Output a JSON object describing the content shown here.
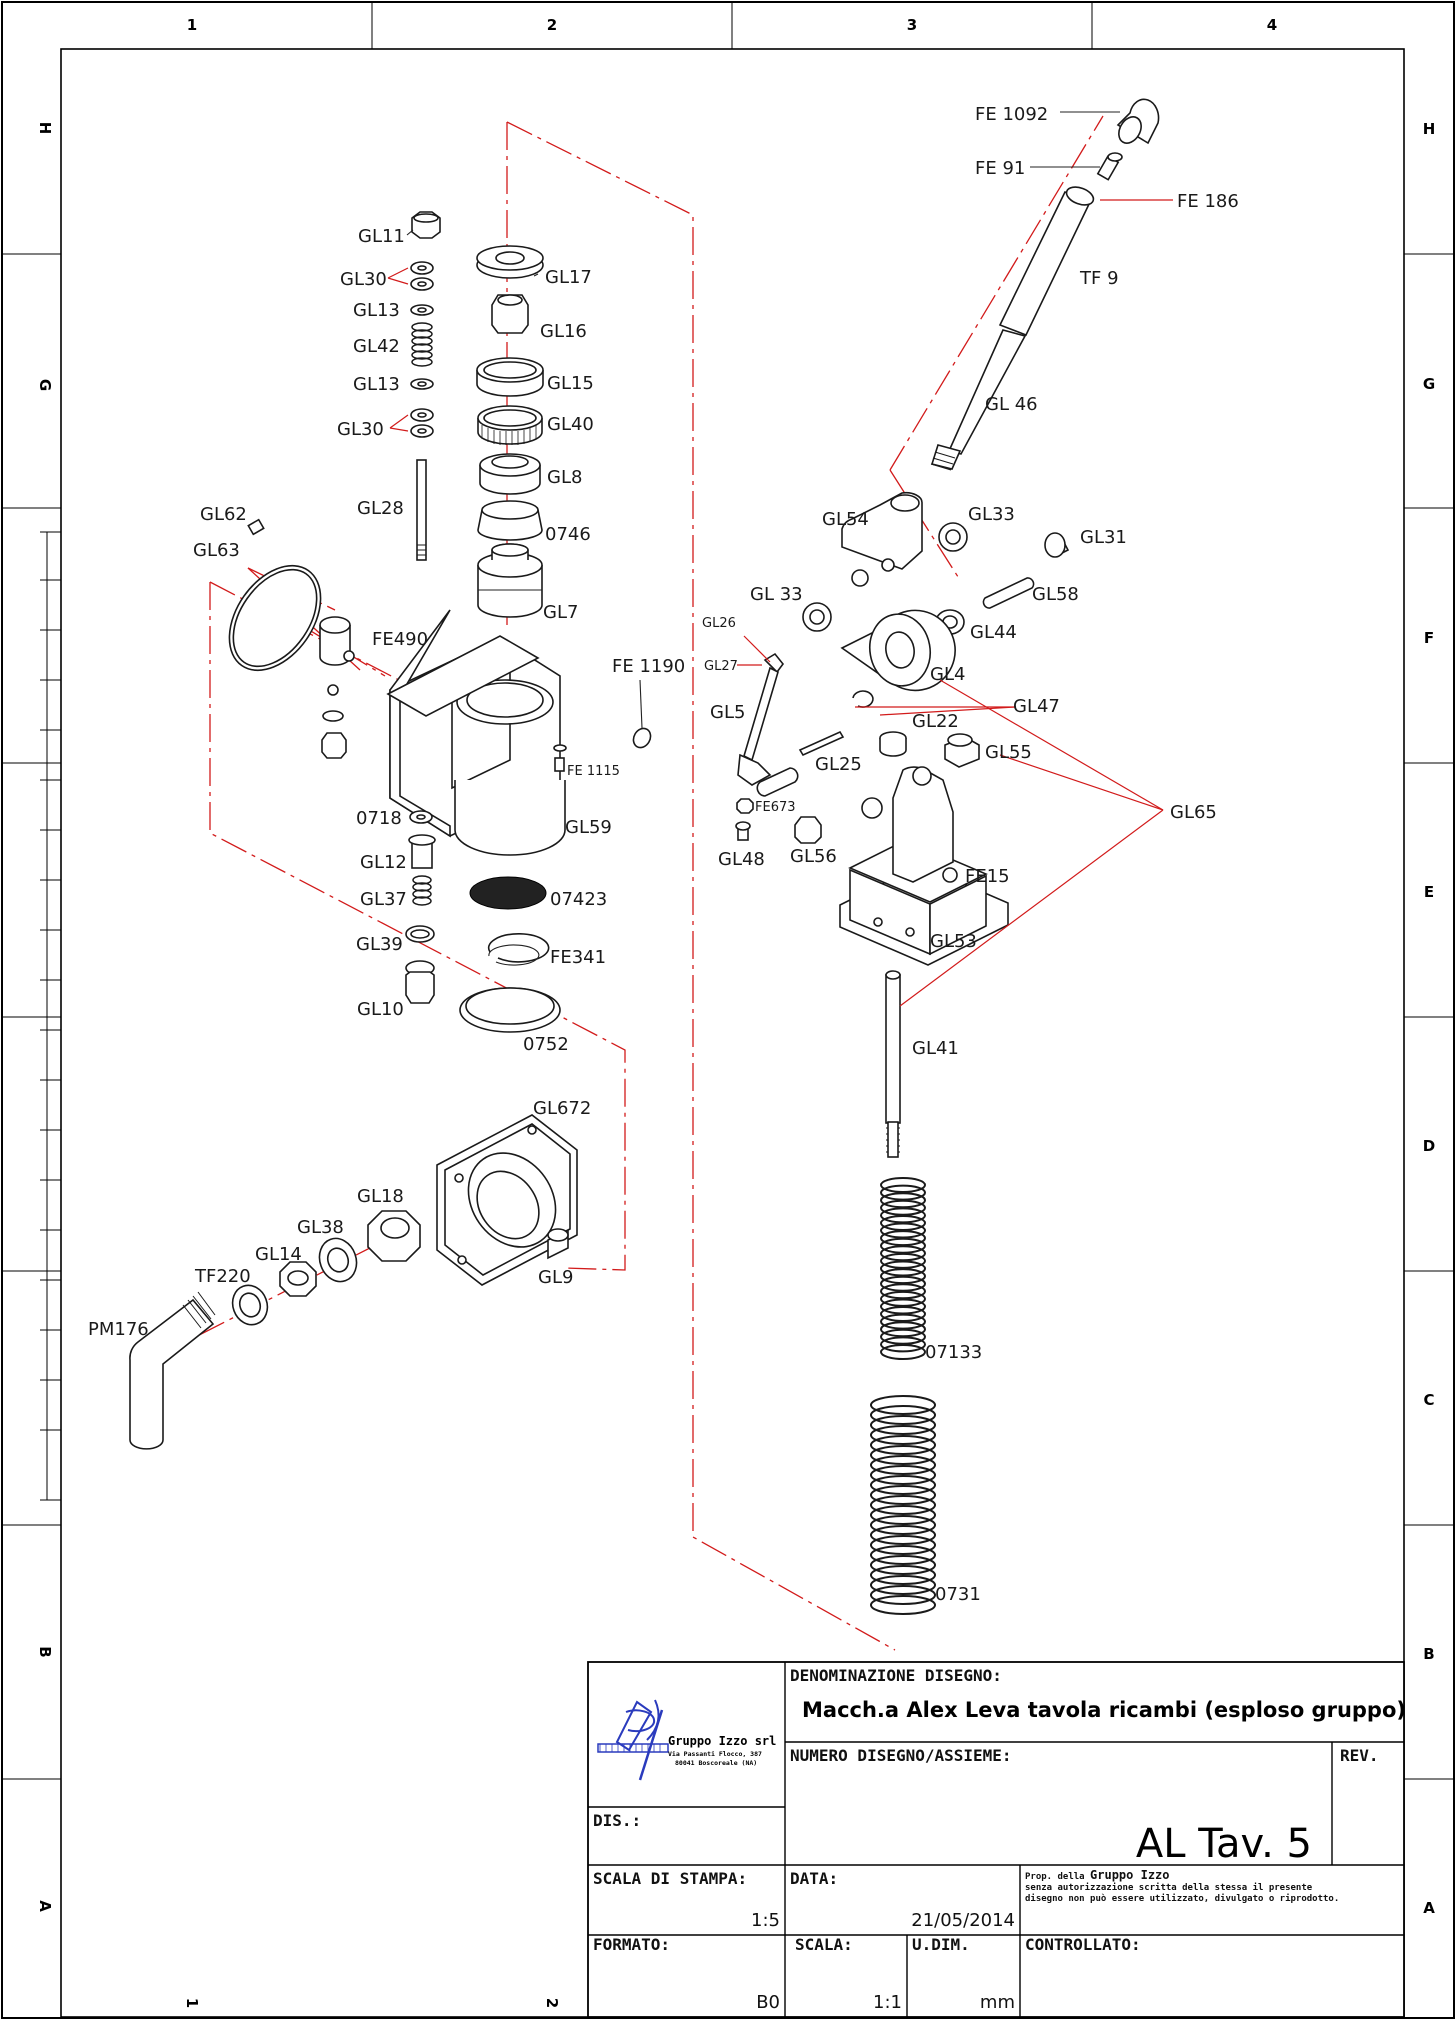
{
  "zones": {
    "columns": [
      "1",
      "2",
      "3",
      "4"
    ],
    "rows": [
      "H",
      "G",
      "F",
      "E",
      "D",
      "C",
      "B",
      "A"
    ]
  },
  "part_labels": {
    "GL11": "GL11",
    "GL30a": "GL30",
    "GL13a": "GL13",
    "GL42": "GL42",
    "GL13b": "GL13",
    "GL30b": "GL30",
    "GL28": "GL28",
    "GL17": "GL17",
    "GL16": "GL16",
    "GL15": "GL15",
    "GL40": "GL40",
    "GL8": "GL8",
    "p0746": "0746",
    "GL7": "GL7",
    "GL62": "GL62",
    "GL63": "GL63",
    "FE490": "FE490",
    "FE1190": "FE 1190",
    "FE1115": "FE 1115",
    "p0718": "0718",
    "GL59": "GL59",
    "GL12": "GL12",
    "GL37": "GL37",
    "p07423": "07423",
    "GL39": "GL39",
    "FE341": "FE341",
    "GL10": "GL10",
    "p0752": "0752",
    "GL672": "GL672",
    "GL18": "GL18",
    "GL38": "GL38",
    "GL14": "GL14",
    "TF220": "TF220",
    "PM176": "PM176",
    "GL9": "GL9",
    "FE1092": "FE 1092",
    "FE91": "FE 91",
    "FE186": "FE 186",
    "TF9": "TF 9",
    "GL46": "GL 46",
    "GL54": "GL54",
    "GL33a": "GL33",
    "GL31": "GL31",
    "GL33b": "GL 33",
    "GL58": "GL58",
    "GL26": "GL26",
    "GL44": "GL44",
    "GL27": "GL27",
    "GL4": "GL4",
    "GL47": "GL47",
    "GL5": "GL5",
    "GL22": "GL22",
    "GL55": "GL55",
    "GL25": "GL25",
    "FE673": "FE673",
    "GL65": "GL65",
    "GL48": "GL48",
    "GL56": "GL56",
    "FE15": "FE15",
    "GL53": "GL53",
    "GL41": "GL41",
    "p07133": "07133",
    "p0731": "0731"
  },
  "title_block": {
    "company": "Gruppo Izzo srl",
    "address_line1": "Via Passanti Flocco, 387",
    "address_line2": "80041 Boscoreale  (NA)",
    "denominazione_label": "DENOMINAZIONE DISEGNO:",
    "title": "Macch.a Alex Leva tavola ricambi (esploso gruppo)",
    "numero_label": "NUMERO DISEGNO/ASSIEME:",
    "rev_label": "REV.",
    "dis_label": "DIS.:",
    "drawing_number": "AL Tav. 5",
    "scala_stampa_label": "SCALA DI STAMPA:",
    "scala_stampa": "1:5",
    "data_label": "DATA:",
    "date": "21/05/2014",
    "prop_line1_prefix": "Prop. della",
    "prop_owner": "Gruppo Izzo",
    "prop_line2": "senza autorizzazione scritta della stessa il presente",
    "prop_line3": "disegno non può essere utilizzato, divulgato o riprodotto.",
    "formato_label": "FORMATO:",
    "formato": "B0",
    "scala_label": "SCALA:",
    "scala": "1:1",
    "udm_label": "U.DIM.",
    "udm": "mm",
    "controllato_label": "CONTROLLATO:"
  },
  "colors": {
    "axis_red": "#d21b1b",
    "logo_blue": "#2a3bbd",
    "ink": "#1a1a1a"
  }
}
